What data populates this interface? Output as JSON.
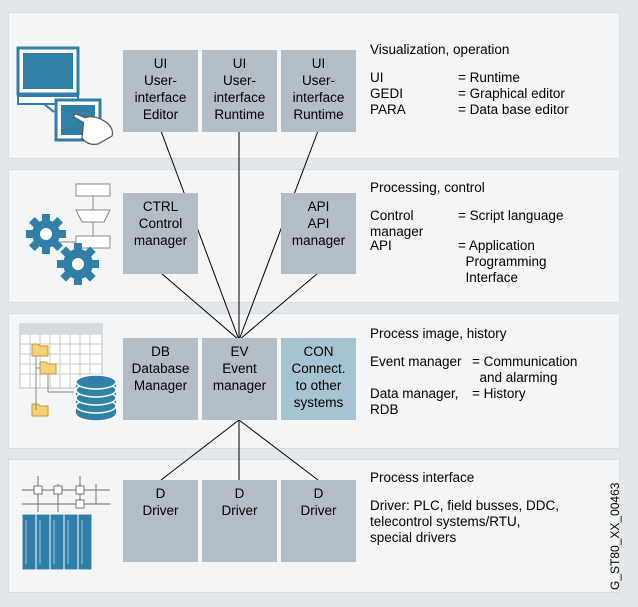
{
  "layers": [
    {
      "boxes": [
        {
          "lines": [
            "UI",
            "User-",
            "interface",
            "Editor"
          ]
        },
        {
          "lines": [
            "UI",
            "User-",
            "interface",
            "Runtime"
          ]
        },
        {
          "lines": [
            "UI",
            "User-",
            "interface",
            "Runtime"
          ]
        }
      ],
      "heading": "Visualization, operation",
      "entries": [
        {
          "key": "UI",
          "value": "= Runtime"
        },
        {
          "key": "GEDI",
          "value": "= Graphical editor"
        },
        {
          "key": "PARA",
          "value": "= Data base editor"
        }
      ]
    },
    {
      "boxes": [
        {
          "lines": [
            "CTRL",
            "Control",
            "manager"
          ]
        },
        {
          "lines": [
            "API",
            "API",
            "manager"
          ]
        }
      ],
      "heading": "Processing, control",
      "entries": [
        {
          "key": "Control\nmanager",
          "value": "= Script language"
        },
        {
          "key": "API",
          "value": "= Application\n  Programming\n  Interface"
        }
      ]
    },
    {
      "boxes": [
        {
          "lines": [
            "DB",
            "Database",
            "Manager"
          ]
        },
        {
          "lines": [
            "EV",
            "Event",
            "manager"
          ]
        },
        {
          "lines": [
            "CON",
            "Connect.",
            "to other",
            "systems"
          ]
        }
      ],
      "heading": "Process image, history",
      "entries": [
        {
          "key": "Event manager",
          "value": "= Communication\n  and alarming"
        },
        {
          "key": "Data manager,\nRDB",
          "value": "= History"
        }
      ]
    },
    {
      "boxes": [
        {
          "lines": [
            "D",
            "Driver"
          ]
        },
        {
          "lines": [
            "D",
            "Driver"
          ]
        },
        {
          "lines": [
            "D",
            "Driver"
          ]
        }
      ],
      "heading": "Process interface",
      "text": "Driver: PLC, field busses, DDC,\ntelecontrol systems/RTU,\nspecial drivers"
    }
  ],
  "image_id": "G_ST80_XX_00463",
  "colors": {
    "box": "#b3bdc5",
    "connect_box": "#a6c3d2",
    "layer": "#f4f5f6",
    "background": "#e4e8eb",
    "icon_blue": "#2f7fa8"
  }
}
